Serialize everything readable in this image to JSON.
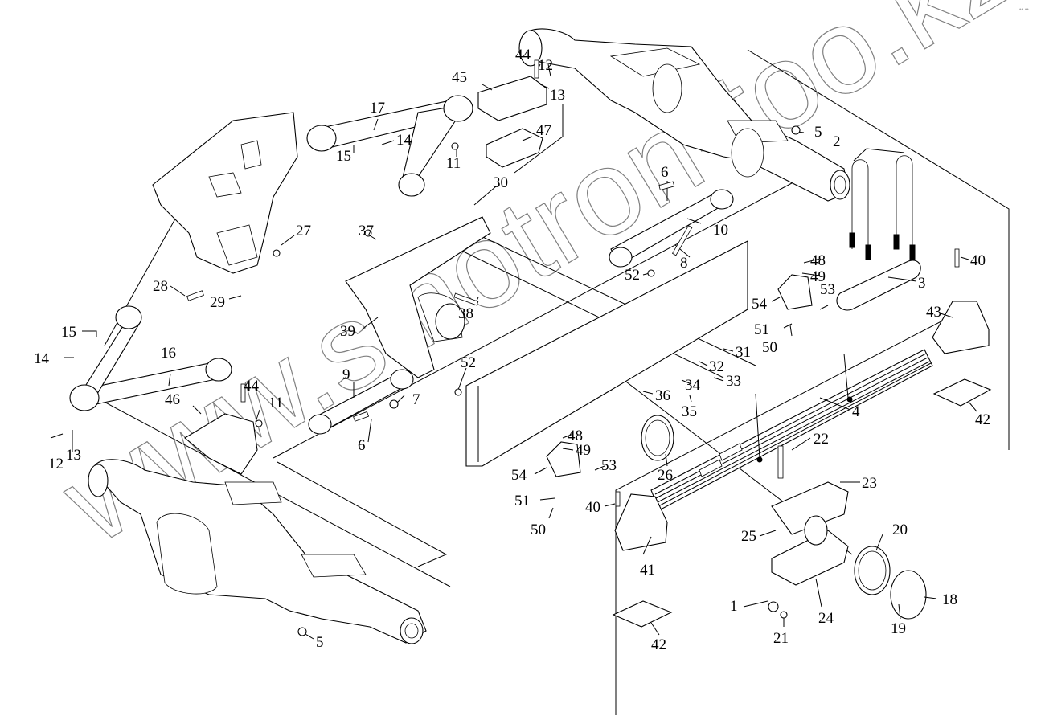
{
  "diagram": {
    "type": "exploded-parts-view",
    "subject": "rear balancer suspension assembly",
    "watermark": "www.sinotron-too.kz",
    "corner_mark": "•• ••",
    "callouts": [
      {
        "id": "c1",
        "label": "1"
      },
      {
        "id": "c2",
        "label": "2"
      },
      {
        "id": "c3",
        "label": "3"
      },
      {
        "id": "c4",
        "label": "4"
      },
      {
        "id": "c5a",
        "label": "5"
      },
      {
        "id": "c5b",
        "label": "5"
      },
      {
        "id": "c6a",
        "label": "6"
      },
      {
        "id": "c6b",
        "label": "6"
      },
      {
        "id": "c7",
        "label": "7"
      },
      {
        "id": "c8",
        "label": "8"
      },
      {
        "id": "c9",
        "label": "9"
      },
      {
        "id": "c10",
        "label": "10"
      },
      {
        "id": "c11a",
        "label": "11"
      },
      {
        "id": "c11b",
        "label": "11"
      },
      {
        "id": "c12a",
        "label": "12"
      },
      {
        "id": "c12b",
        "label": "12"
      },
      {
        "id": "c13a",
        "label": "13"
      },
      {
        "id": "c13b",
        "label": "13"
      },
      {
        "id": "c14a",
        "label": "14"
      },
      {
        "id": "c14b",
        "label": "14"
      },
      {
        "id": "c15a",
        "label": "15"
      },
      {
        "id": "c15b",
        "label": "15"
      },
      {
        "id": "c16",
        "label": "16"
      },
      {
        "id": "c17",
        "label": "17"
      },
      {
        "id": "c18",
        "label": "18"
      },
      {
        "id": "c19",
        "label": "19"
      },
      {
        "id": "c20",
        "label": "20"
      },
      {
        "id": "c21",
        "label": "21"
      },
      {
        "id": "c22",
        "label": "22"
      },
      {
        "id": "c23",
        "label": "23"
      },
      {
        "id": "c24",
        "label": "24"
      },
      {
        "id": "c25",
        "label": "25"
      },
      {
        "id": "c26",
        "label": "26"
      },
      {
        "id": "c27",
        "label": "27"
      },
      {
        "id": "c28",
        "label": "28"
      },
      {
        "id": "c29",
        "label": "29"
      },
      {
        "id": "c30",
        "label": "30"
      },
      {
        "id": "c31",
        "label": "31"
      },
      {
        "id": "c32",
        "label": "32"
      },
      {
        "id": "c33",
        "label": "33"
      },
      {
        "id": "c34",
        "label": "34"
      },
      {
        "id": "c35",
        "label": "35"
      },
      {
        "id": "c36",
        "label": "36"
      },
      {
        "id": "c37",
        "label": "37"
      },
      {
        "id": "c38",
        "label": "38"
      },
      {
        "id": "c39",
        "label": "39"
      },
      {
        "id": "c40a",
        "label": "40"
      },
      {
        "id": "c40b",
        "label": "40"
      },
      {
        "id": "c41",
        "label": "41"
      },
      {
        "id": "c42a",
        "label": "42"
      },
      {
        "id": "c42b",
        "label": "42"
      },
      {
        "id": "c43",
        "label": "43"
      },
      {
        "id": "c44a",
        "label": "44"
      },
      {
        "id": "c44b",
        "label": "44"
      },
      {
        "id": "c45",
        "label": "45"
      },
      {
        "id": "c46",
        "label": "46"
      },
      {
        "id": "c47",
        "label": "47"
      },
      {
        "id": "c48a",
        "label": "48"
      },
      {
        "id": "c48b",
        "label": "48"
      },
      {
        "id": "c49a",
        "label": "49"
      },
      {
        "id": "c49b",
        "label": "49"
      },
      {
        "id": "c50a",
        "label": "50"
      },
      {
        "id": "c50b",
        "label": "50"
      },
      {
        "id": "c51a",
        "label": "51"
      },
      {
        "id": "c51b",
        "label": "51"
      },
      {
        "id": "c52a",
        "label": "52"
      },
      {
        "id": "c52b",
        "label": "52"
      },
      {
        "id": "c53a",
        "label": "53"
      },
      {
        "id": "c53b",
        "label": "53"
      },
      {
        "id": "c54a",
        "label": "54"
      },
      {
        "id": "c54b",
        "label": "54"
      }
    ]
  }
}
